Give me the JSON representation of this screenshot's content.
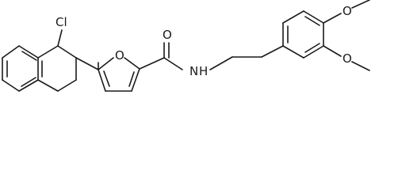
{
  "molecule": {
    "atom_labels": {
      "chlorine": "Cl",
      "furan_oxygen": "O",
      "carbonyl_oxygen": "O",
      "amide_nitrogen": "N",
      "amide_hydrogen": "H",
      "methoxy_oxygen_top": "O",
      "methoxy_oxygen_bottom": "O"
    }
  }
}
